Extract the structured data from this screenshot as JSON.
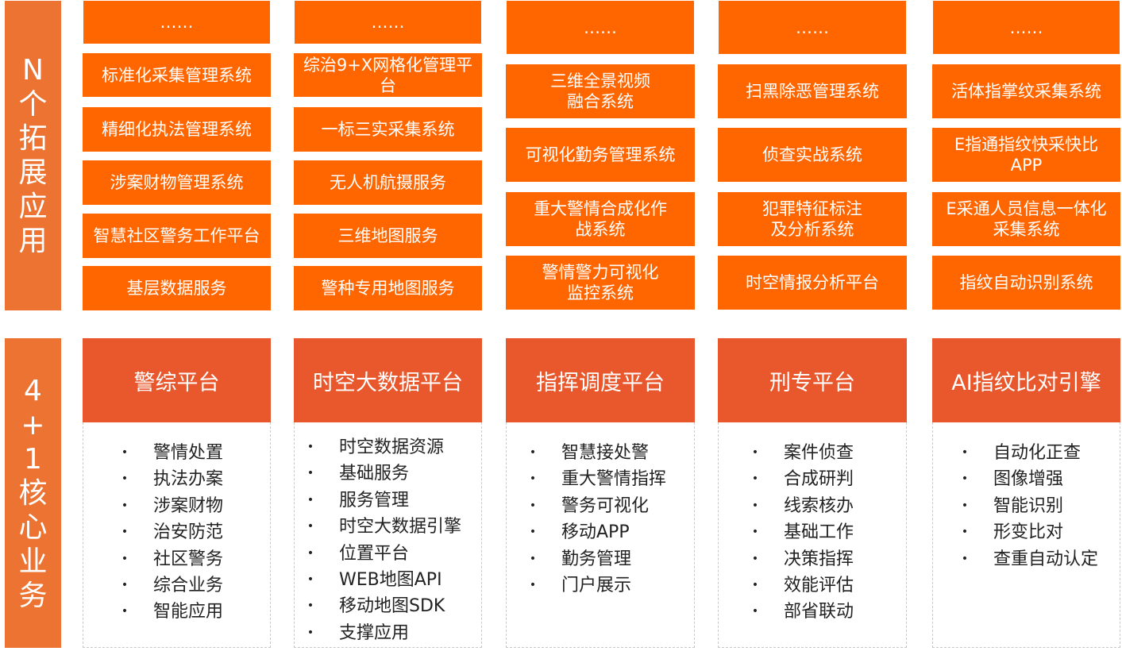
{
  "colors": {
    "label_bg": "#ed7332",
    "box_bg": "#ff6600",
    "header_bg": "#e8582c"
  },
  "sections": {
    "extension_label": [
      "N",
      "个",
      "拓",
      "展",
      "应",
      "用"
    ],
    "core_label": [
      "4",
      "+",
      "1",
      "核",
      "心",
      "业",
      "务"
    ]
  },
  "extensions": [
    {
      "items": [
        "……",
        "标准化采集管理系统",
        "精细化执法管理系统",
        "涉案财物管理系统",
        "智慧社区警务工作平台",
        "基层数据服务"
      ]
    },
    {
      "items": [
        "……",
        "综治9+X网格化管理平台",
        "一标三实采集系统",
        "无人机航摄服务",
        "三维地图服务",
        "警种专用地图服务"
      ]
    },
    {
      "items": [
        "……",
        "三维全景视频融合系统",
        "可视化勤务管理系统",
        "重大警情合成化作战系统",
        "警情警力可视化监控系统"
      ]
    },
    {
      "items": [
        "……",
        "扫黑除恶管理系统",
        "侦查实战系统",
        "犯罪特征标注及分析系统",
        "时空情报分析平台"
      ]
    },
    {
      "items": [
        "……",
        "活体指掌纹采集系统",
        "E指通指纹快采快比APP",
        "E采通人员信息一体化采集系统",
        "指纹自动识别系统"
      ]
    }
  ],
  "core": [
    {
      "title": "警综平台",
      "items": [
        "警情处置",
        "执法办案",
        "涉案财物",
        "治安防范",
        "社区警务",
        "综合业务",
        "智能应用"
      ]
    },
    {
      "title": "时空大数据平台",
      "items": [
        "时空数据资源",
        "基础服务",
        "服务管理",
        "时空大数据引擎",
        "位置平台",
        "WEB地图API",
        "移动地图SDK",
        "支撑应用"
      ]
    },
    {
      "title": "指挥调度平台",
      "items": [
        "智慧接处警",
        "重大警情指挥",
        "警务可视化",
        "移动APP",
        "勤务管理",
        "门户展示"
      ]
    },
    {
      "title": "刑专平台",
      "items": [
        "案件侦查",
        "合成研判",
        "线索核办",
        "基础工作",
        "决策指挥",
        "效能评估",
        "部省联动"
      ]
    },
    {
      "title": "AI指纹比对引擎",
      "items": [
        "自动化正查",
        "图像增强",
        "智能识别",
        "形变比对",
        "查重自动认定"
      ]
    }
  ],
  "bullet": "•"
}
